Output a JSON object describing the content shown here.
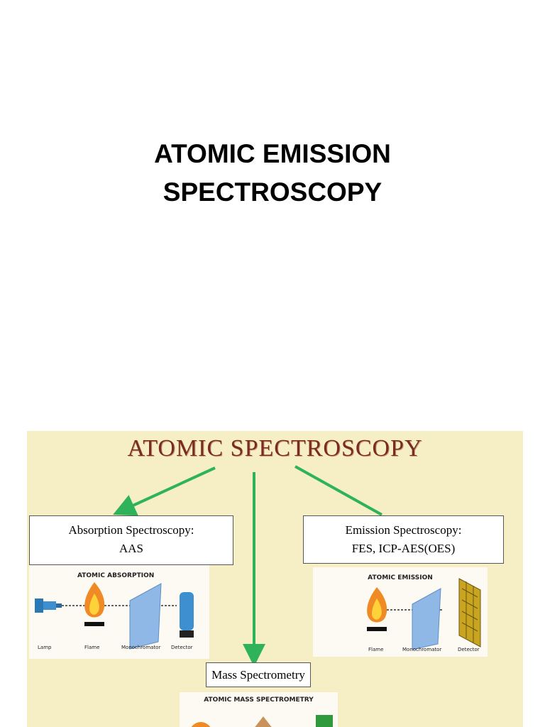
{
  "slide": {
    "title_line1": "ATOMIC EMISSION",
    "title_line2": "SPECTROSCOPY"
  },
  "figure": {
    "title": "ATOMIC SPECTROSCOPY",
    "absorption_box": {
      "line1": "Absorption Spectroscopy:",
      "line2": "AAS"
    },
    "emission_box": {
      "line1": "Emission Spectroscopy:",
      "line2": "FES,  ICP-AES(OES)"
    },
    "mass_box": {
      "line1": "Mass Spectrometry"
    },
    "absorption_panel": {
      "title": "ATOMIC ABSORPTION",
      "labels": [
        "Lamp",
        "Flame",
        "Monochromator",
        "Detector"
      ]
    },
    "emission_panel": {
      "title": "ATOMIC EMISSION",
      "labels": [
        "Flame",
        "Monochromator",
        "Detector"
      ]
    },
    "mass_panel": {
      "title": "ATOMIC MASS SPECTROMETRY"
    },
    "colors": {
      "background": "#f6eec4",
      "title": "#7a2c22",
      "arrow": "#2fb35a"
    }
  }
}
